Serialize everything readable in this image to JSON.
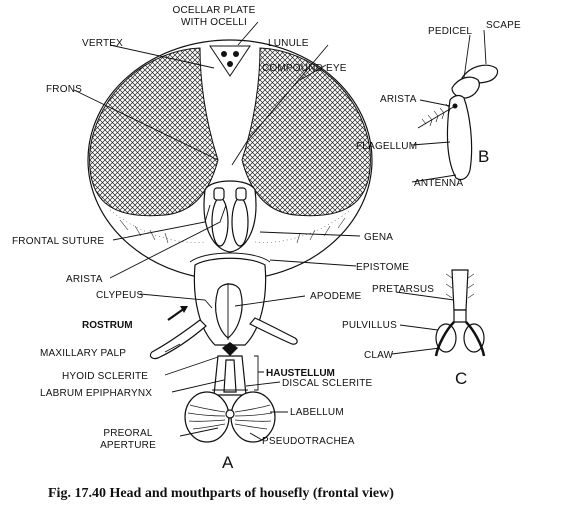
{
  "labels": {
    "ocellar_plate": [
      "OCELLAR PLATE",
      "WITH OCELLI"
    ],
    "vertex": "VERTEX",
    "lunule": "LUNULE",
    "compound_eye": "COMPOUND EYE",
    "frons": "FRONS",
    "frontal_suture": "FRONTAL SUTURE",
    "arista": "ARISTA",
    "gena": "GENA",
    "epistome": "EPISTOME",
    "clypeus": "CLYPEUS",
    "apodeme": "APODEME",
    "rostrum": "ROSTRUM",
    "maxillary_palp": "MAXILLARY PALP",
    "haustellum": "HAUSTELLUM",
    "hyoid_sclerite": "HYOID SCLERITE",
    "discal_sclerite": "DISCAL SCLERITE",
    "labrum_epipharynx": "LABRUM EPIPHARYNX",
    "labellum": "LABELLUM",
    "preoral_aperture": [
      "PREORAL",
      "APERTURE"
    ],
    "pseudotrachea": "PSEUDOTRACHEA",
    "panel_a": "A",
    "scape": "SCAPE",
    "pedicel": "PEDICEL",
    "arista_b": "ARISTA",
    "flagellum": "FLAGELLUM",
    "antenna": "ANTENNA",
    "panel_b": "B",
    "pretarsus": "PRETARSUS",
    "pulvillus": "PULVILLUS",
    "claw": "CLAW",
    "panel_c": "C"
  },
  "caption": "Fig. 17.40 Head and mouthparts of housefly (frontal view)"
}
